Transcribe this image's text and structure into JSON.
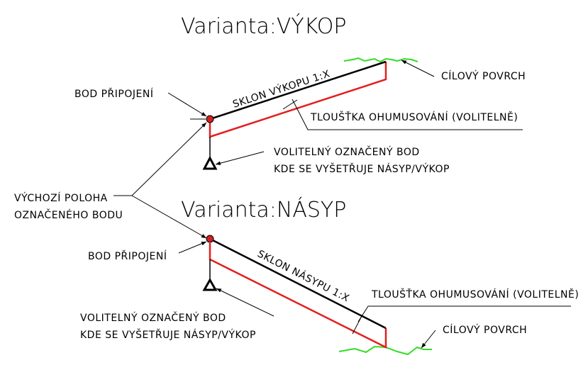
{
  "variant_cut": {
    "title": "Varianta:VÝKOP",
    "connection_point": "BOD PŘIPOJENÍ",
    "slope_label": "SKLON VÝKOPU 1:X",
    "topsoil_thickness": "TLOUŠŤKA OHUMUSOVÁNÍ (VOLITELNĚ)",
    "target_surface": "CÍLOVÝ POVRCH",
    "optional_point_line1": "VOLITELNÝ OZNAČENÝ BOD",
    "optional_point_line2": "KDE SE VYŠETŘUJE NÁSYP/VÝKOP"
  },
  "variant_fill": {
    "title": "Varianta:NÁSYP",
    "connection_point": "BOD PŘIPOJENÍ",
    "slope_label": "SKLON NÁSYPU 1:X",
    "topsoil_thickness": "TLOUŠŤKA OHUMUSOVÁNÍ (VOLITELNĚ)",
    "target_surface": "CÍLOVÝ POVRCH",
    "optional_point_line1": "VOLITELNÝ OZNAČENÝ BOD",
    "optional_point_line2": "KDE SE VYŠETŘUJE NÁSYP/VÝKOP"
  },
  "initial_position": {
    "line1": "VÝCHOZÍ POLOHA",
    "line2": "OZNAČENÉHO BODU"
  },
  "colors": {
    "slope_line": "#000000",
    "topsoil_line": "#e41e1e",
    "surface_line": "#33dd22",
    "point_fill": "#d42020"
  }
}
